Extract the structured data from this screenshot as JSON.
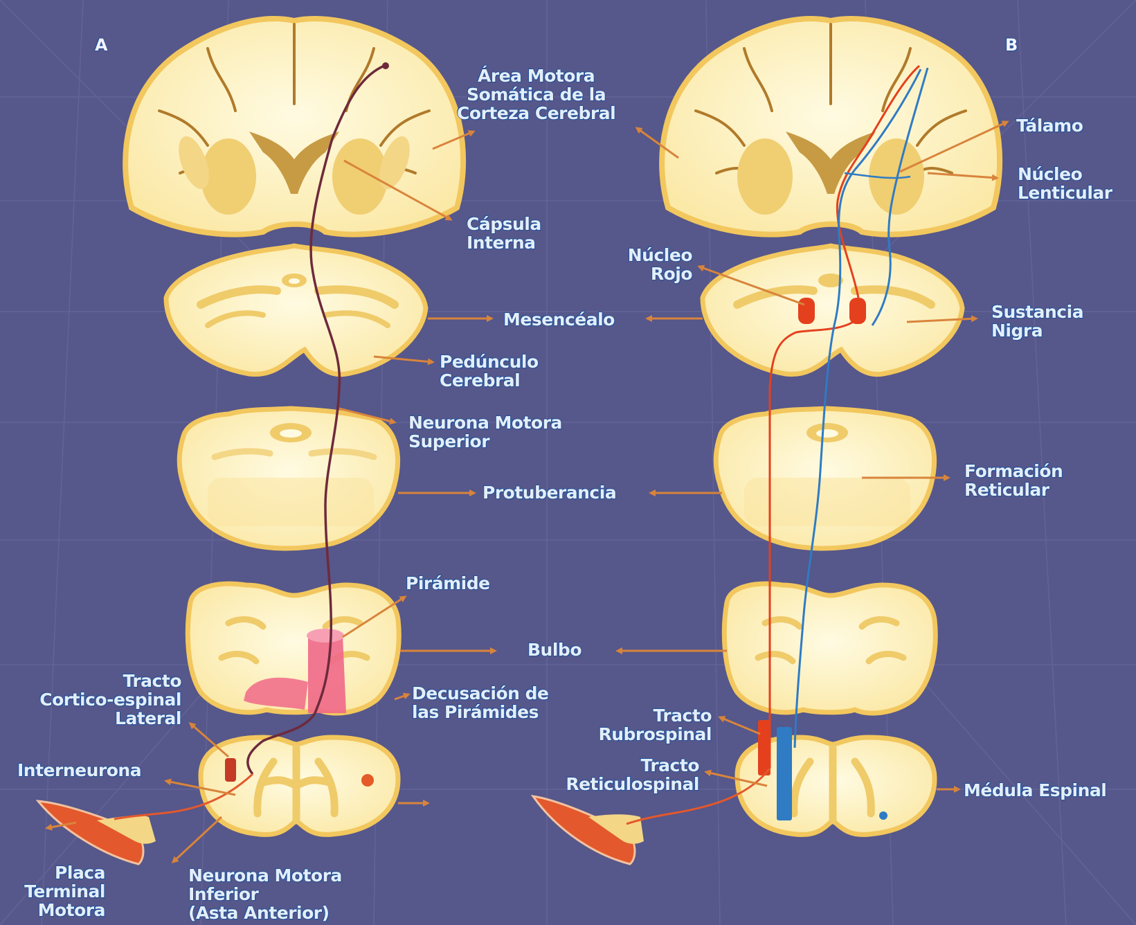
{
  "panels": {
    "a": "A",
    "b": "B"
  },
  "labels": {
    "area_motora": "Área Motora\nSomática de la\nCorteza Cerebral",
    "capsula": "Cápsula\nInterna",
    "mesencefalo": "Mesencéalo",
    "pedunculo": "Pedúnculo\nCerebral",
    "neurona_superior": "Neurona Motora\nSuperior",
    "protuberancia": "Protuberancia",
    "piramide": "Pirámide",
    "bulbo": "Bulbo",
    "decusacion": "Decusación de\nlas Pirámides",
    "tracto_cortico": "Tracto\nCortico-espinal\nLateral",
    "interneurona": "Interneurona",
    "placa": "Placa\nTerminal\nMotora",
    "neurona_inferior": "Neurona Motora\nInferior\n(Asta Anterior)",
    "talamo": "Tálamo",
    "nucleo_lenticular": "Núcleo\nLenticular",
    "nucleo_rojo": "Núcleo\nRojo",
    "sustancia_nigra": "Sustancia\nNigra",
    "formacion_reticular": "Formación\nReticular",
    "tracto_rubro": "Tracto\nRubrospinal",
    "tracto_reticulo": "Tracto\nReticulospinal",
    "medula": "Médula Espinal"
  },
  "colors": {
    "background": "#56578a",
    "tissue": "#fdf3c4",
    "tissue_edge": "#f2c75e",
    "grey_matter": "#efcb6a",
    "pointer": "#d8843c",
    "pathway_a": "#6e2a3c",
    "rubrospinal": "#e4401e",
    "reticulospinal": "#2f7bc4",
    "pyramid": "#f06888",
    "label_fill": "#e4eef8",
    "label_outline": "#1d4f9a"
  }
}
